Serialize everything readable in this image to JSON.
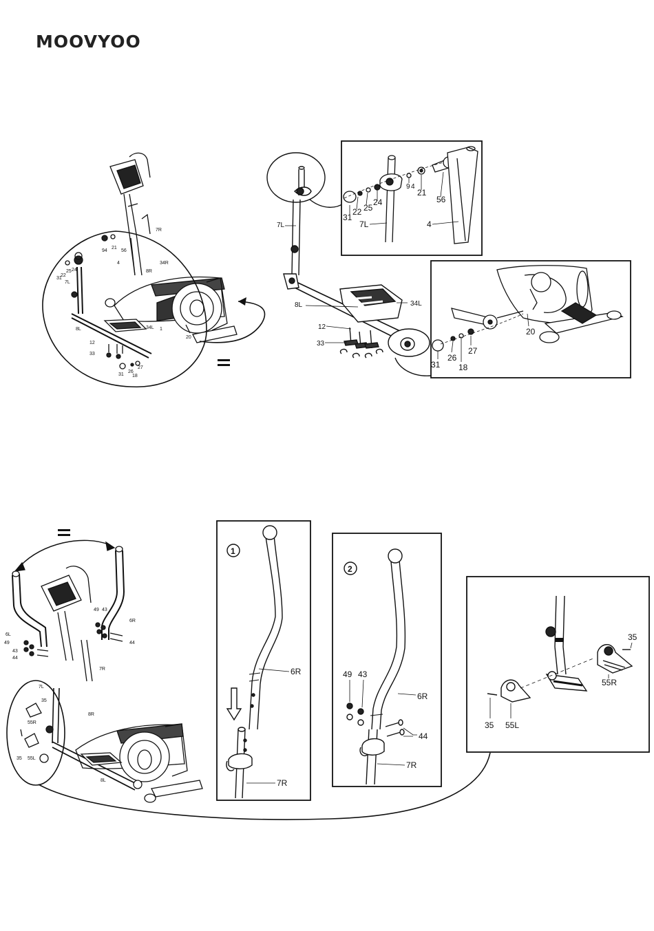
{
  "brand": {
    "logo_text": "MOOVYOO"
  },
  "step_a": {
    "overview_labels": [
      "7R",
      "94",
      "21",
      "56",
      "4",
      "8R",
      "34R",
      "25",
      "22",
      "24",
      "31",
      "7L",
      "8L",
      "34L",
      "12",
      "33",
      "31",
      "26",
      "27",
      "18",
      "20",
      "1"
    ],
    "detail_main_labels": [
      "7L",
      "8L",
      "34L",
      "12",
      "33"
    ],
    "detail_top_labels": [
      "31",
      "22",
      "25",
      "24",
      "7L",
      "9",
      "4",
      "21",
      "56",
      "4"
    ],
    "detail_bottom_labels": [
      "31",
      "26",
      "18",
      "27",
      "20"
    ]
  },
  "step_b": {
    "overview_labels": [
      "6L",
      "49",
      "43",
      "44",
      "43",
      "49",
      "6R",
      "44",
      "7R",
      "7L",
      "35",
      "55R",
      "35",
      "55L",
      "8R",
      "8L"
    ],
    "box1_number": "1",
    "box1_labels": [
      "6R",
      "7R"
    ],
    "box2_number": "2",
    "box2_labels": [
      "49",
      "43",
      "6R",
      "44",
      "7R"
    ],
    "box3_labels": [
      "35",
      "55R",
      "35",
      "55L"
    ]
  }
}
